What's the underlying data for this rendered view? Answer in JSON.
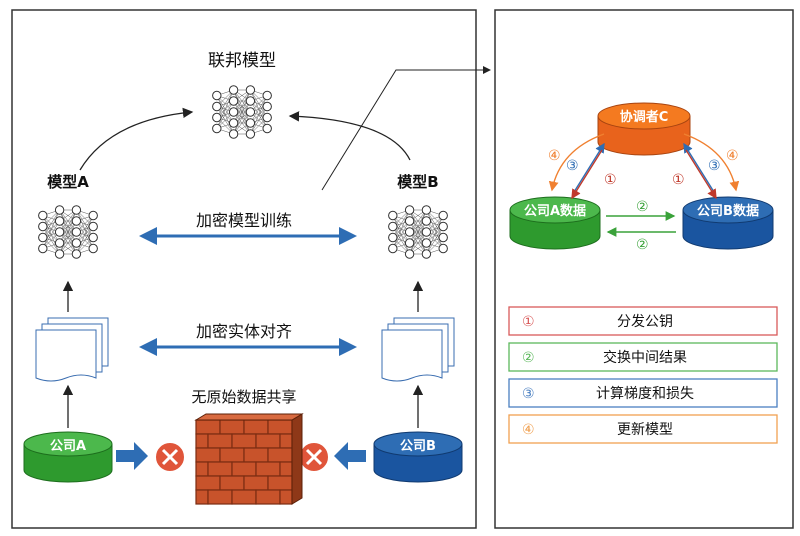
{
  "left": {
    "federated_model_label": "联邦模型",
    "model_a_label": "模型A",
    "model_b_label": "模型B",
    "encrypted_training_label": "加密模型训练",
    "encrypted_alignment_label": "加密实体对齐",
    "no_raw_data_label": "无原始数据共享",
    "company_a_label": "公司A",
    "company_b_label": "公司B"
  },
  "right": {
    "coordinator_label": "协调者C",
    "company_a_data_label": "公司A数据",
    "company_b_data_label": "公司B数据",
    "step_marks": [
      "①",
      "②",
      "③",
      "④"
    ],
    "legend": [
      {
        "num": "①",
        "text": "分发公钥",
        "color": "#d95a5a"
      },
      {
        "num": "②",
        "text": "交换中间结果",
        "color": "#5cb85c"
      },
      {
        "num": "③",
        "text": "计算梯度和损失",
        "color": "#4a7fc1"
      },
      {
        "num": "④",
        "text": "更新模型",
        "color": "#f0a050"
      }
    ]
  },
  "colors": {
    "orange": "#f47a20",
    "green": "#3aa23a",
    "blue": "#1f5fa8",
    "arrow_blue": "#2e6db4",
    "brick": "#c8532b",
    "cross": "#e0553a"
  }
}
